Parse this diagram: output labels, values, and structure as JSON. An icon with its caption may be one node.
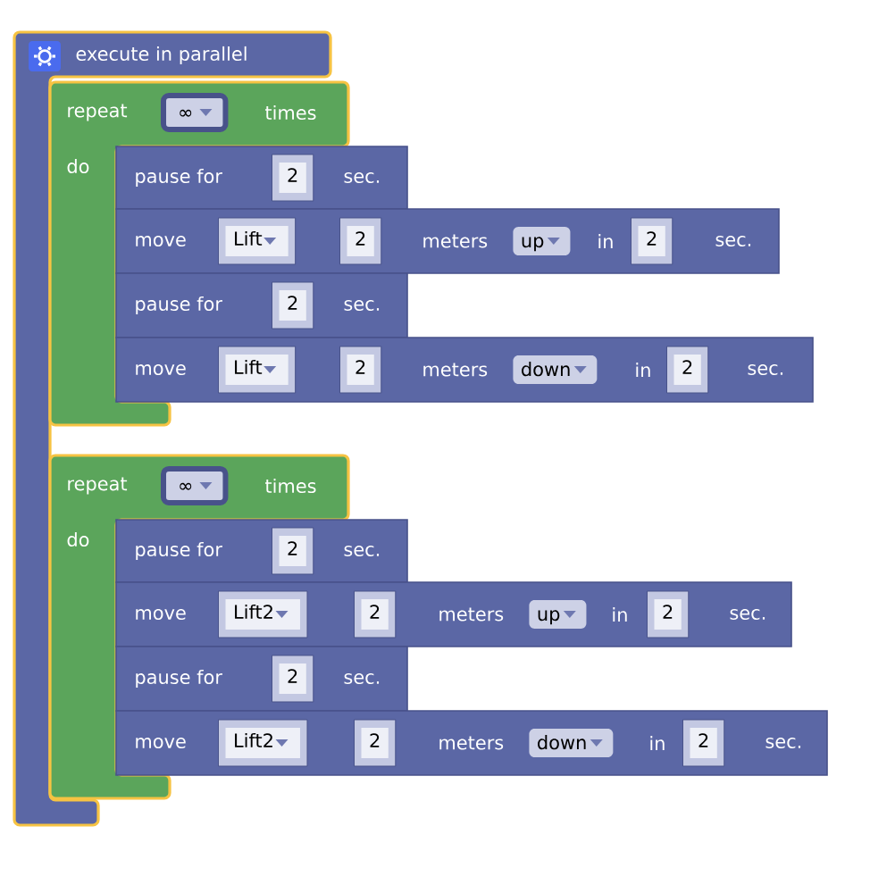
{
  "diagram": {
    "nodes": [
      {
        "text": [
          "execute in parallel"
        ]
      },
      {
        "text": [
          "repeat",
          "times",
          "do"
        ]
      },
      {
        "text": [
          "∞"
        ],
        "in": 1
      },
      {
        "text": [
          "pause for",
          "sec."
        ]
      },
      {
        "text": [
          "2"
        ],
        "in": 3
      },
      {
        "text": [
          "move",
          "meters",
          "in",
          "sec."
        ]
      },
      {
        "text": [
          "Lift"
        ],
        "in": 5
      },
      {
        "text": [
          "2"
        ],
        "in": 5
      },
      {
        "text": [
          "up"
        ],
        "in": 5
      },
      {
        "text": [
          "2"
        ],
        "in": 5
      },
      {
        "text": [
          "pause for",
          "sec."
        ]
      },
      {
        "text": [
          "2"
        ],
        "in": 10
      },
      {
        "text": [
          "move",
          "meters",
          "in",
          "sec."
        ]
      },
      {
        "text": [
          "Lift"
        ],
        "in": 12
      },
      {
        "text": [
          "2"
        ],
        "in": 12
      },
      {
        "text": [
          "down"
        ],
        "in": 12
      },
      {
        "text": [
          "2"
        ],
        "in": 12
      },
      {
        "text": [
          "repeat",
          "times",
          "do"
        ]
      },
      {
        "text": [
          "∞"
        ],
        "in": 17
      },
      {
        "text": [
          "pause for",
          "sec."
        ]
      },
      {
        "text": [
          "2"
        ],
        "in": 19
      },
      {
        "text": [
          "move",
          "meters",
          "in",
          "sec."
        ]
      },
      {
        "text": [
          "Lift2"
        ],
        "in": 21
      },
      {
        "text": [
          "2"
        ],
        "in": 21
      },
      {
        "text": [
          "up"
        ],
        "in": 21
      },
      {
        "text": [
          "2"
        ],
        "in": 21
      },
      {
        "text": [
          "pause for",
          "sec."
        ]
      },
      {
        "text": [
          "2"
        ],
        "in": 26
      },
      {
        "text": [
          "move",
          "meters",
          "in",
          "sec."
        ]
      },
      {
        "text": [
          "Lift2"
        ],
        "in": 28
      },
      {
        "text": [
          "2"
        ],
        "in": 28
      },
      {
        "text": [
          "down"
        ],
        "in": 28
      },
      {
        "text": [
          "2"
        ],
        "in": 28
      }
    ]
  }
}
